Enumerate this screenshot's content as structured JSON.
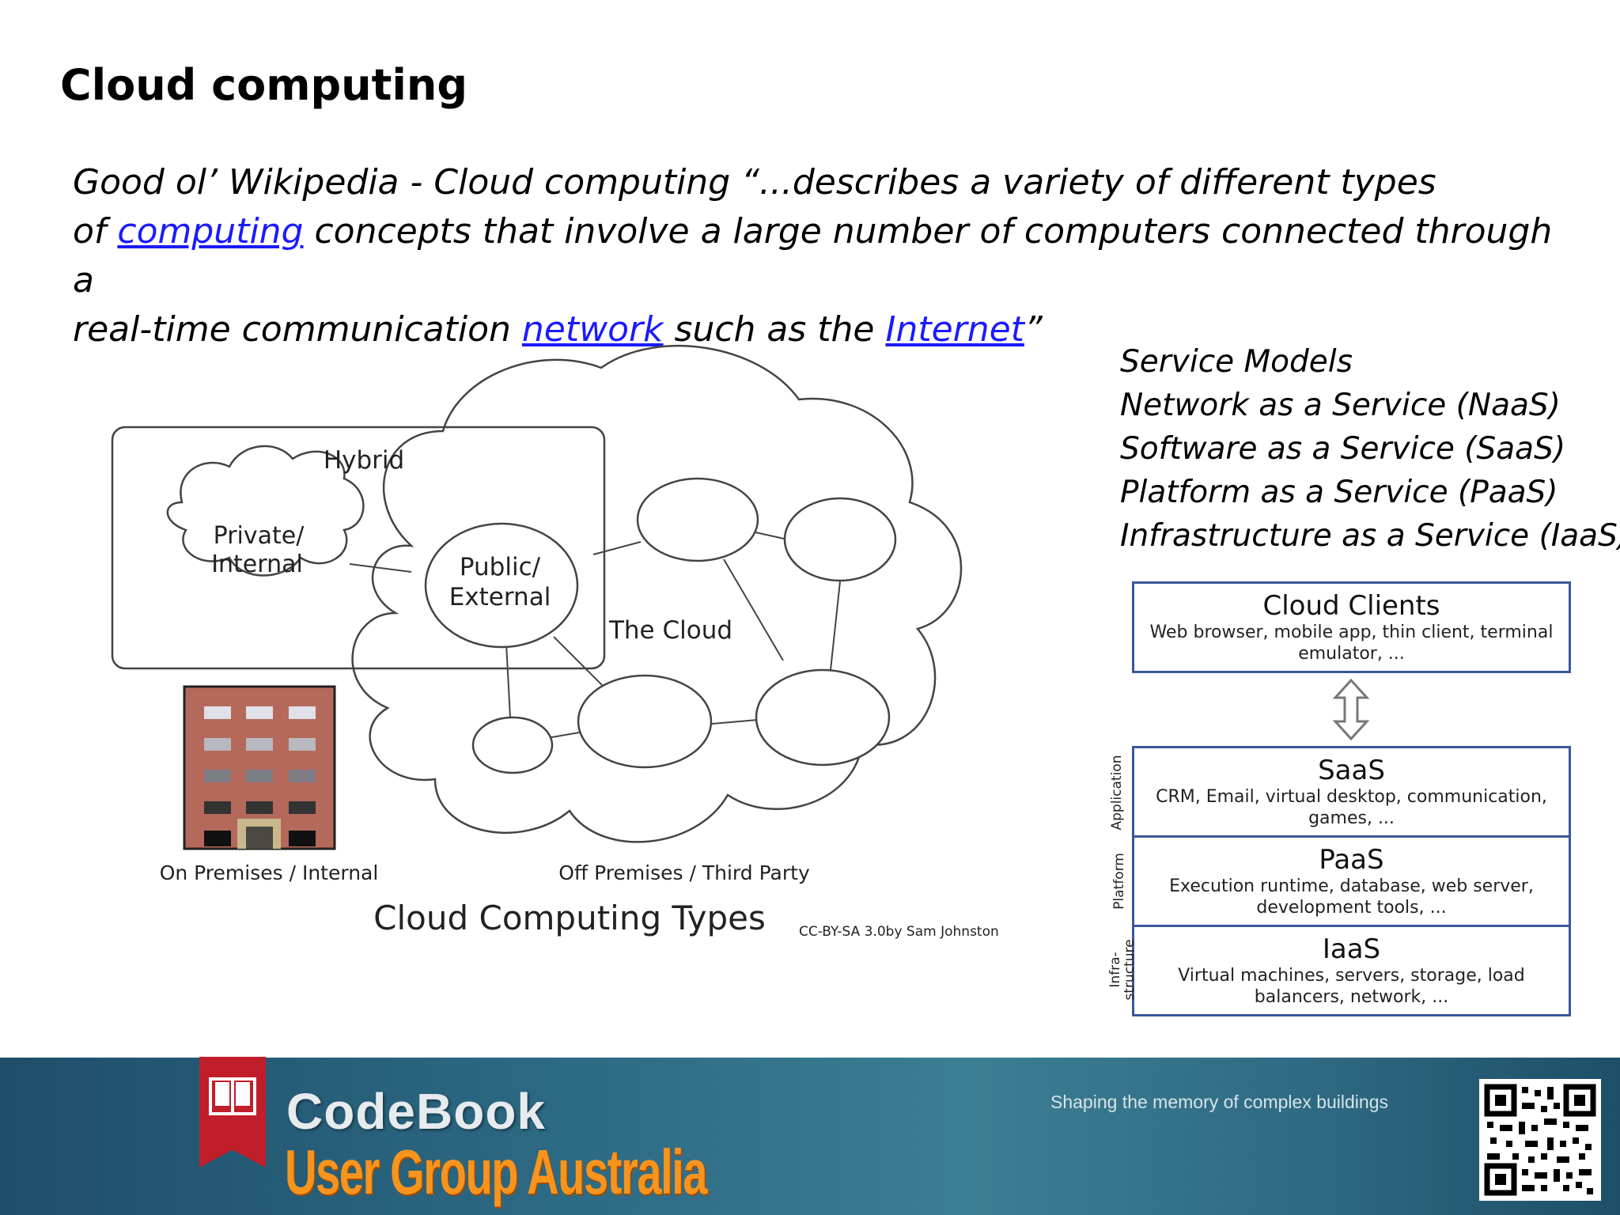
{
  "slide": {
    "title": "Cloud computing",
    "quote": {
      "line1": "Good ol’ Wikipedia - Cloud computing “...describes a variety of different types",
      "line2_pre": "of ",
      "link_computing": "computing",
      "line2_post": " concepts that involve a large number of computers connected through a",
      "line3_pre": "real-time communication ",
      "link_network": "network",
      "line3_mid": " such as the ",
      "link_internet": "Internet",
      "line3_end": "”"
    },
    "service_models": [
      "Service Models",
      "Network as a Service (NaaS)",
      "Software as a Service (SaaS)",
      "Platform as a Service (PaaS)",
      "Infrastructure as a Service (IaaS)"
    ]
  },
  "cloud_types": {
    "hybrid": "Hybrid",
    "private_line1": "Private/",
    "private_line2": "Internal",
    "public_line1": "Public/",
    "public_line2": "External",
    "the_cloud": "The Cloud",
    "on_premises": "On Premises / Internal",
    "off_premises": "Off Premises / Third Party",
    "diagram_title": "Cloud Computing Types",
    "credit": "CC-BY-SA 3.0by Sam Johnston"
  },
  "stack": {
    "clients": {
      "title": "Cloud Clients",
      "desc": "Web browser, mobile app, thin client, terminal emulator, ..."
    },
    "saas": {
      "title": "SaaS",
      "desc": "CRM, Email, virtual desktop, communication, games, ...",
      "side": "Application"
    },
    "paas": {
      "title": "PaaS",
      "desc": "Execution runtime, database, web server, development tools, ...",
      "side": "Platform"
    },
    "iaas": {
      "title": "IaaS",
      "desc": "Virtual machines, servers, storage, load balancers, network, ...",
      "side_line1": "Infra-",
      "side_line2": "structure"
    }
  },
  "footer": {
    "logo_name": "CodeBook",
    "logo_sub": "User Group Australia",
    "tagline": "Shaping the memory of complex buildings"
  },
  "colors": {
    "link": "#1a1aff",
    "stack_border": "#3a5898",
    "footer_bg": "#2d6a84",
    "logo_orange": "#f7941d",
    "bookmark_red": "#c01e2a"
  }
}
